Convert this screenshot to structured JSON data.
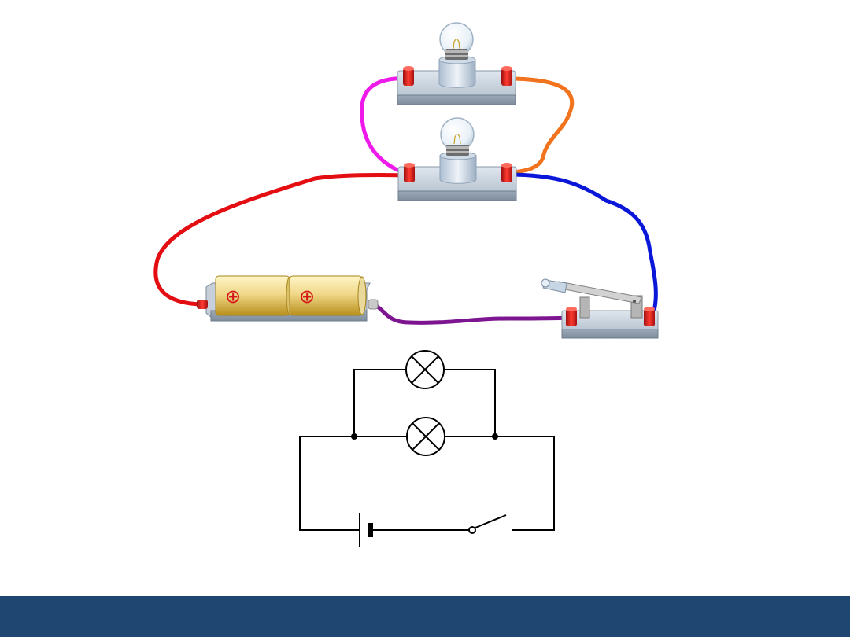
{
  "slide": {
    "background": "#ffffff",
    "footer_color": "#1f4670"
  },
  "illustration": {
    "components": {
      "bulbs": 2,
      "battery_cells": 2,
      "switch": 1
    },
    "battery_symbol": "⊕",
    "wire_colors": {
      "battery_to_lower_bulb": "#e30d12",
      "upper_to_lower_left": "#ee1aea",
      "upper_to_lower_right": "#f2731e",
      "lower_bulb_to_switch": "#0a17d8",
      "battery_to_switch": "#7d1591"
    }
  },
  "schematic": {
    "symbols": [
      "lamp",
      "lamp",
      "battery",
      "open-switch"
    ],
    "line_color": "#000000"
  }
}
